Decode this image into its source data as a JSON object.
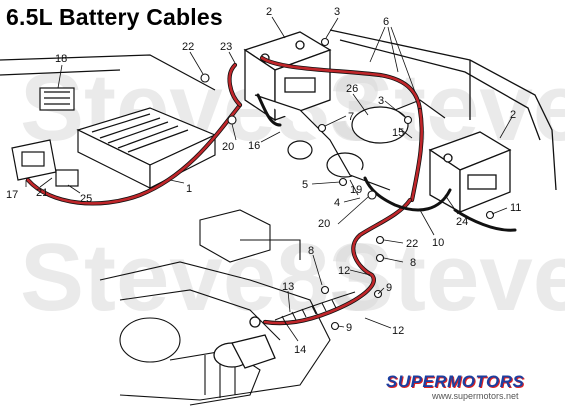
{
  "title": "6.5L Battery Cables",
  "watermark": "Steve83",
  "branding": {
    "logo": "SUPERMOTORS",
    "url": "www.supermotors.net"
  },
  "colors": {
    "cable": "#c0262a",
    "line": "#111111",
    "watermark": "#d9d9d9",
    "brand": "#1c3fa0"
  },
  "callouts": {
    "c2a": "2",
    "c3a": "3",
    "c6": "6",
    "c18": "18",
    "c22a": "22",
    "c23": "23",
    "c26": "26",
    "c3b": "3",
    "c2b": "2",
    "c7": "7",
    "c15": "15",
    "c16": "16",
    "c20a": "20",
    "c1": "1",
    "c5": "5",
    "c19": "19",
    "c4": "4",
    "c17": "17",
    "c21": "21",
    "c25": "25",
    "c20b": "20",
    "c11": "11",
    "c24": "24",
    "c10": "10",
    "c22b": "22",
    "c8a": "8",
    "c8b": "8",
    "c12a": "12",
    "c13": "13",
    "c9a": "9",
    "c9b": "9",
    "c12b": "12",
    "c14": "14"
  }
}
